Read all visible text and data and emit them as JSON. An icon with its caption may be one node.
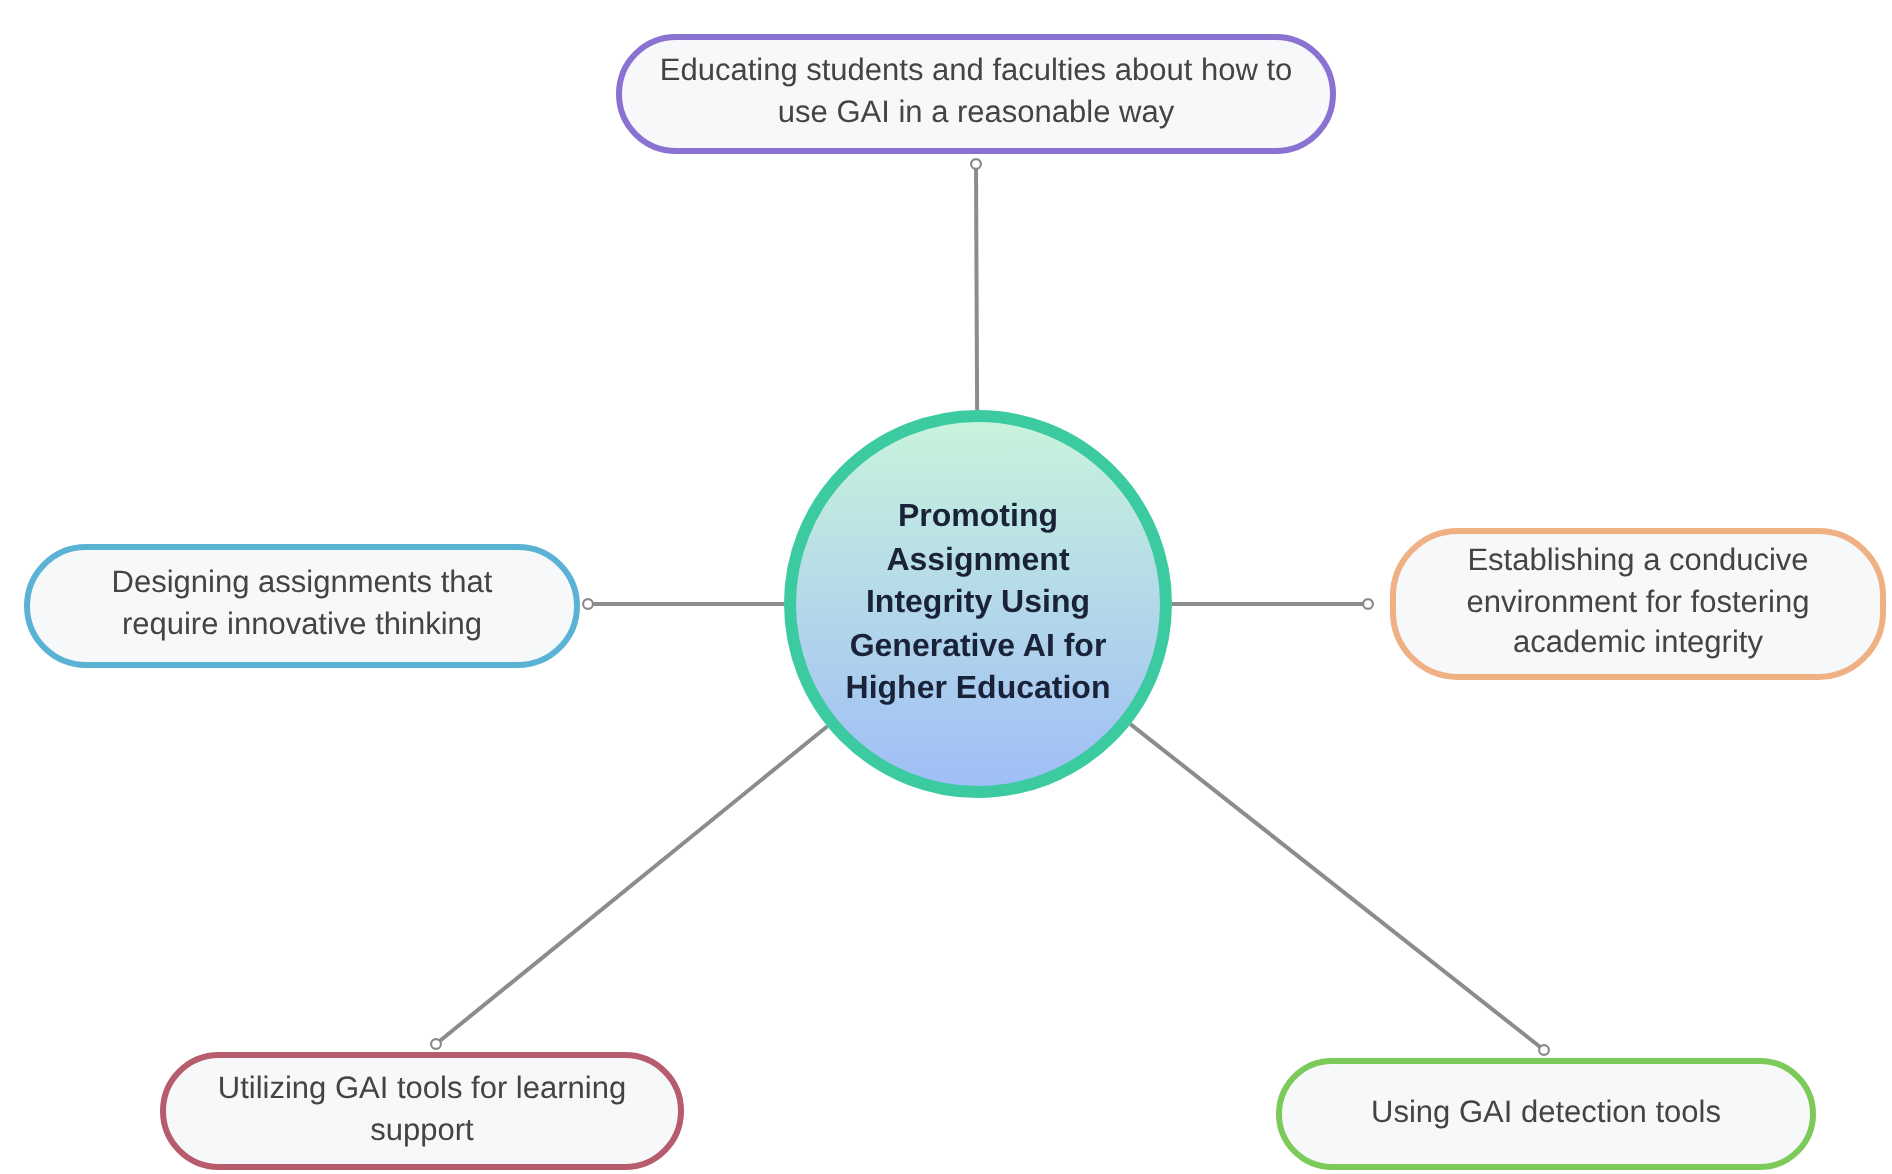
{
  "diagram": {
    "nodes": [
      {
        "text": [
          "Educating students and faculties about how to use GAI in a reasonable way"
        ]
      },
      {
        "text": [
          "Promoting Assignment Integrity Using Generative AI for Higher Education"
        ]
      },
      {
        "text": [
          "Designing assignments that require innovative thinking"
        ]
      },
      {
        "text": [
          "Establishing a conducive environment for fostering academic integrity"
        ]
      },
      {
        "text": [
          "Utilizing GAI tools for learning support"
        ]
      },
      {
        "text": [
          "Using GAI detection tools"
        ]
      }
    ],
    "edges": [
      {
        "from": 1,
        "to": 0,
        "arrow": "other"
      },
      {
        "from": 1,
        "to": 2,
        "arrow": "other"
      },
      {
        "from": 1,
        "to": 3,
        "arrow": "other"
      },
      {
        "from": 1,
        "to": 4,
        "arrow": "other"
      },
      {
        "from": 1,
        "to": 5,
        "arrow": "other"
      }
    ]
  }
}
